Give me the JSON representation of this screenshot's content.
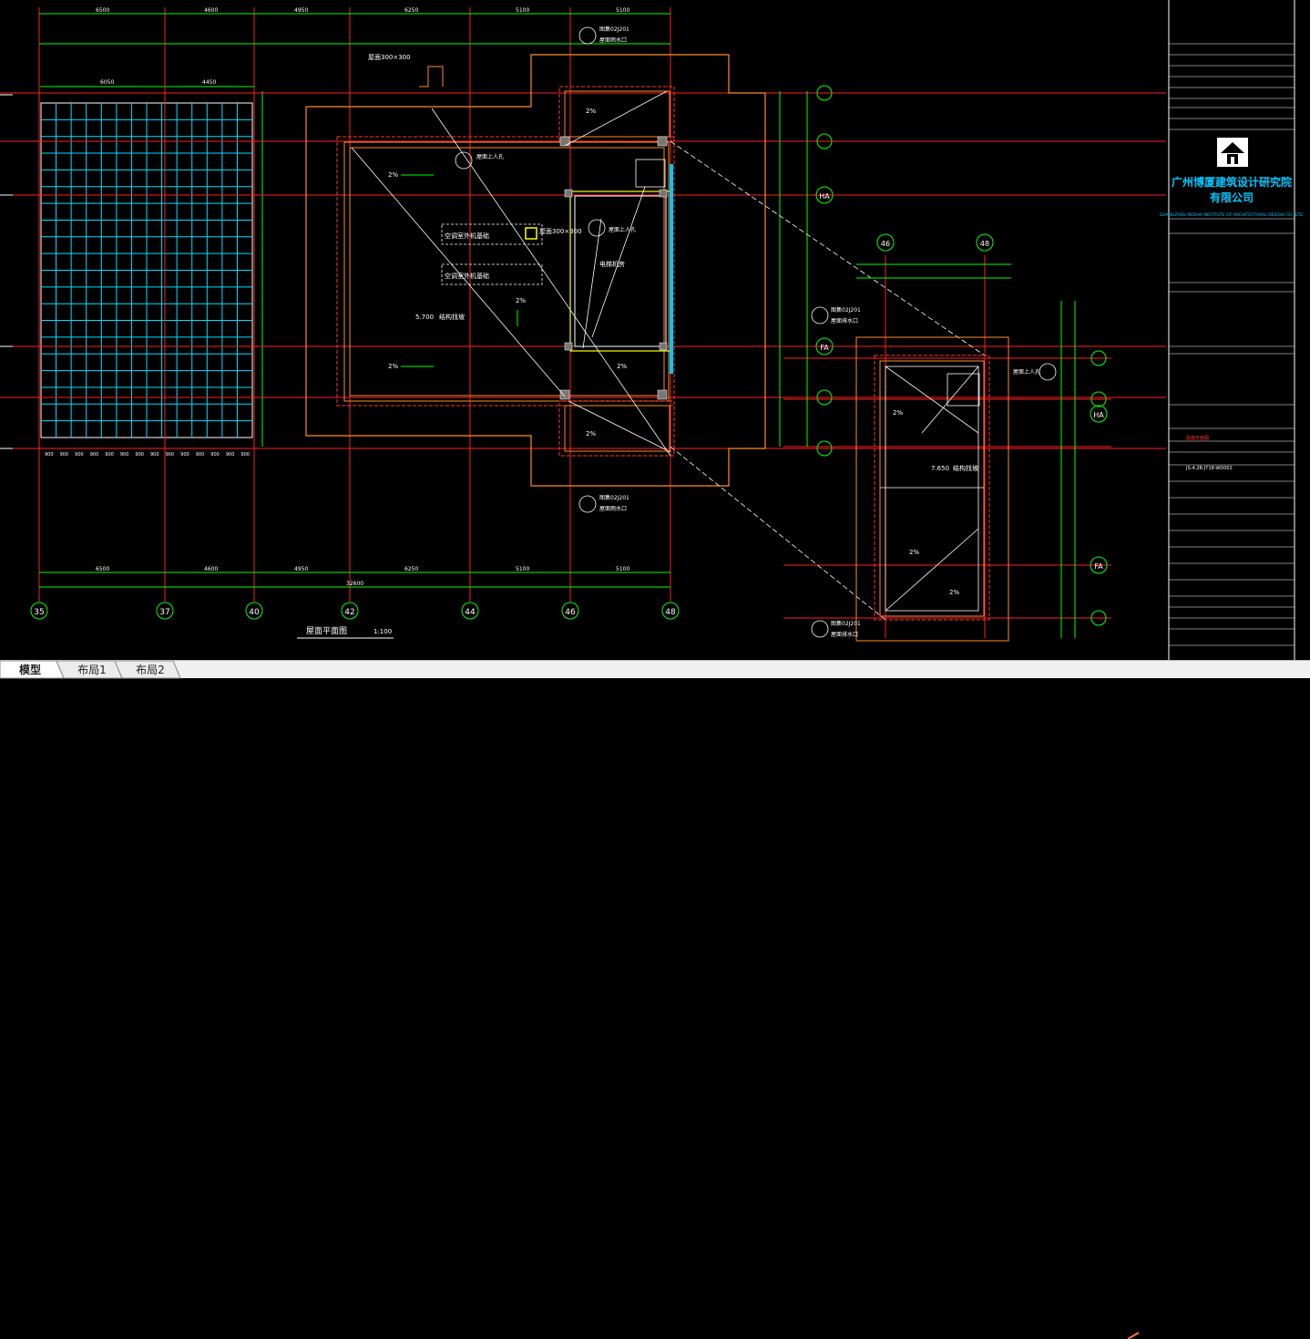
{
  "drawing": {
    "plan_title": "屋面平面图",
    "plan_scale": "1:100",
    "top_dims": [
      "6500",
      "4600",
      "4950",
      "6250",
      "5100",
      "5100"
    ],
    "bottom_dims": [
      "6500",
      "4600",
      "4950",
      "6250",
      "5100",
      "5100"
    ],
    "total_dim": "32600",
    "axes": [
      "35",
      "37",
      "40",
      "42",
      "44",
      "46",
      "48"
    ],
    "detail_axes_top": [
      "46",
      "48"
    ],
    "row_axes": [
      "HA",
      "FA"
    ],
    "labels": {
      "roof_entrance": "屋面上人孔",
      "roof_drain": "屋面雨水口",
      "ac_platform_1": "空调室外机基础",
      "ac_platform_2": "空调室外机基础",
      "machine_room": "电梯机房",
      "slope": "2%",
      "drain_code": "图集02J201",
      "opening_size": "屋面300×300",
      "water_outlet": "屋面排水口",
      "structure_note": "结构找坡",
      "elev_1": "5.700",
      "elev_2": "7.650",
      "roof_access": "屋面上人孔"
    },
    "panel_dims_top": [
      "6050",
      "4450"
    ],
    "panel_dims_bottom": [
      "900",
      "900",
      "900",
      "900",
      "900",
      "900",
      "900",
      "900",
      "900",
      "900",
      "900",
      "900",
      "900",
      "900"
    ]
  },
  "title_block": {
    "company_cn": "广州博厦建筑设计研究院有限公司",
    "company_cn_line1": "广州博厦建筑设计研究院",
    "company_cn_line2": "有限公司",
    "company_en": "GUANGZHOU BOSHA INSTITUTE OF ARCHITECTURAL DESIGN CO., LTD.",
    "drawing_name": "屋面平面图",
    "drawing_no": "JS-4.2B-JT18-WD002"
  },
  "tabs": {
    "model": "模型",
    "layout1": "布局1",
    "layout2": "布局2"
  },
  "colors": {
    "background": "#000000",
    "grid_red": "#ff2a2a",
    "dim_green": "#00ff00",
    "wall_orange": "#ff8c2a",
    "cyan": "#00ffff",
    "white": "#ffffff",
    "yellow": "#ffff00",
    "title_cyan": "#00c8ff"
  }
}
